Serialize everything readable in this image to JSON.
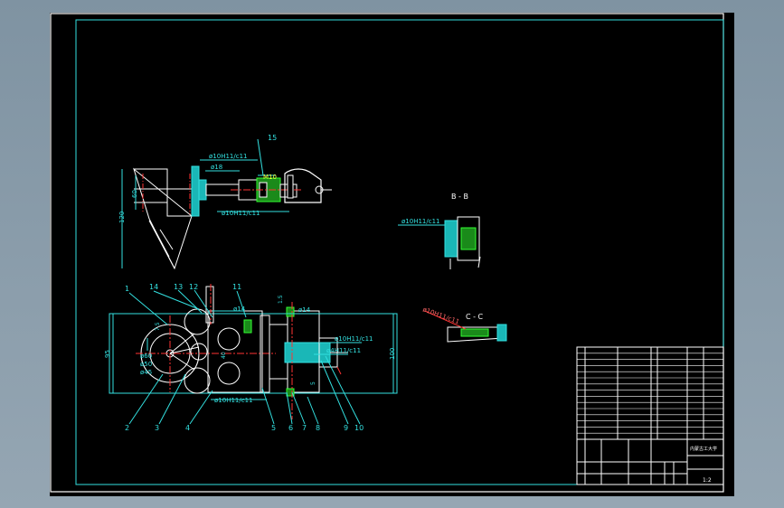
{
  "drawing": {
    "section_bb": "B - B",
    "section_cc": "C - C"
  },
  "dims": {
    "d10h11_top": "ø10H11/c11",
    "d18": "ø18",
    "m10": "M10",
    "d10h11_mid": "ø10H11/c11",
    "d60": "60",
    "d120": "120",
    "d10h11_bb": "ø10H11/c11",
    "d10h11_cc": "ø10H11/c11",
    "d14_a": "ø14",
    "d14_b": "ø14",
    "d10h11_plan_r": "ø10H11/c11",
    "d4h11": "ø4H11/c11",
    "d10h11_plan_b": "ø10H11/c11",
    "d95": "95",
    "d100": "100",
    "d75": "7.5",
    "d15": "1.5",
    "d5": "5",
    "d60_c": "ø60",
    "d50": "ø50",
    "d45": "ø45",
    "d40": "40"
  },
  "balloons": [
    "1",
    "2",
    "3",
    "4",
    "5",
    "6",
    "7",
    "8",
    "9",
    "10",
    "11",
    "12",
    "13",
    "14",
    "15"
  ],
  "title_block": {
    "bom_rows": 14,
    "school": "内蒙古工大学",
    "scale": "1:2"
  }
}
